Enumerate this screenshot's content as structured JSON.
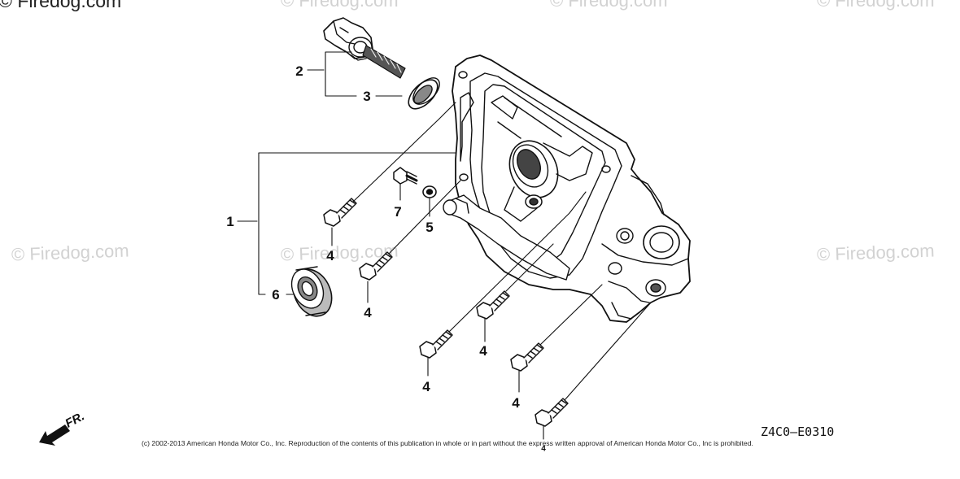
{
  "watermark": {
    "text_top_left": "© Firedog.com",
    "text": "© Firedog.com"
  },
  "callouts": {
    "c1": "1",
    "c2": "2",
    "c3": "3",
    "c4a": "4",
    "c4b": "4",
    "c4c": "4",
    "c4d": "4",
    "c4e": "4",
    "c4f": "4",
    "c5": "5",
    "c6": "6",
    "c7": "7"
  },
  "direction_label": "FR.",
  "diagram_code": "Z4C0—E0310",
  "copyright": "(c) 2002-2013 American Honda Motor Co., Inc. Reproduction of the contents of this publication in whole or in part without the express written approval of American Honda Motor Co., Inc is prohibited.",
  "colors": {
    "line": "#111111",
    "watermark": "#d2d2d2",
    "background": "#ffffff"
  }
}
